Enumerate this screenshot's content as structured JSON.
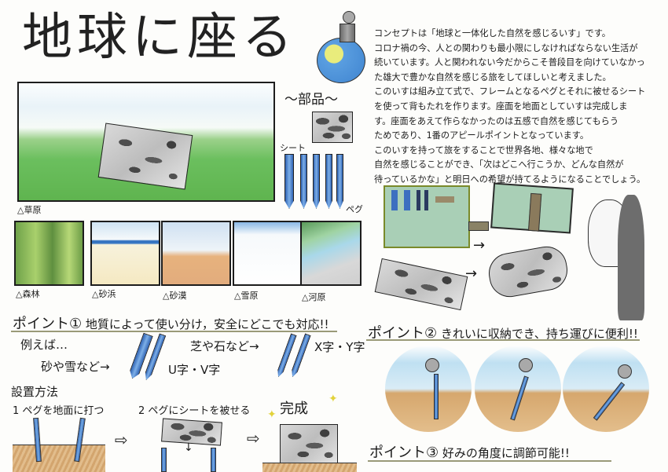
{
  "title": "地球に座る",
  "concept": {
    "lines": [
      "コンセプトは「地球と一体化した自然を感じるいす」です。",
      "コロナ禍の今、人との関わりも最小限にしなければならない生活が",
      "続いています。人と関われない今だからこそ普段目を向けていなかっ",
      "た雄大で豊かな自然を感じる旅をしてほしいと考えました。",
      "このいすは組み立て式で、フレームとなるペグとそれに被せるシート",
      "を使って背もたれを作ります。座面を地面としていすは完成しま",
      "す。座面をあえて作らなかったのは五感で自然を感じてもらう",
      "ためであり、1番のアピールポイントとなっています。",
      "このいすを持って旅をすることで世界各地、様々な地で",
      "自然を感じることができ、「次はどこへ行こうか、どんな自然が",
      "待っているかな」と明日への希望が持てるようになることでしょう。"
    ]
  },
  "main_scene": {
    "caption": "△草原"
  },
  "parts": {
    "title": "〜部品〜",
    "sheet_label": "シート",
    "peg_label": "ペグ"
  },
  "terrains": [
    {
      "caption": "△森林"
    },
    {
      "caption": "△砂浜"
    },
    {
      "caption": "△砂漠"
    },
    {
      "caption": "△雪原"
    },
    {
      "caption": "△河原"
    }
  ],
  "point1": {
    "heading_prefix": "ポイント①",
    "heading_text": "地質によって使い分け，安全にどこでも対応!!",
    "example_label": "例えば…",
    "sand_snow": "砂や雪など→",
    "uv_shape": "U字・V字",
    "grass_stone": "芝や石など→",
    "xy_shape": "X字・Y字"
  },
  "setup": {
    "heading": "設置方法",
    "step1": "1 ペグを地面に打つ",
    "step2": "2 ペグにシートを被せる",
    "done": "完成",
    "arrow": "⇨"
  },
  "point2": {
    "heading_prefix": "ポイント②",
    "heading_text": "きれいに収納でき、持ち運びに便利!!"
  },
  "point3": {
    "heading_prefix": "ポイント③",
    "heading_text": "好みの角度に調節可能!!"
  },
  "icons": {
    "arrow_right": "→",
    "sparkle": "✦"
  }
}
